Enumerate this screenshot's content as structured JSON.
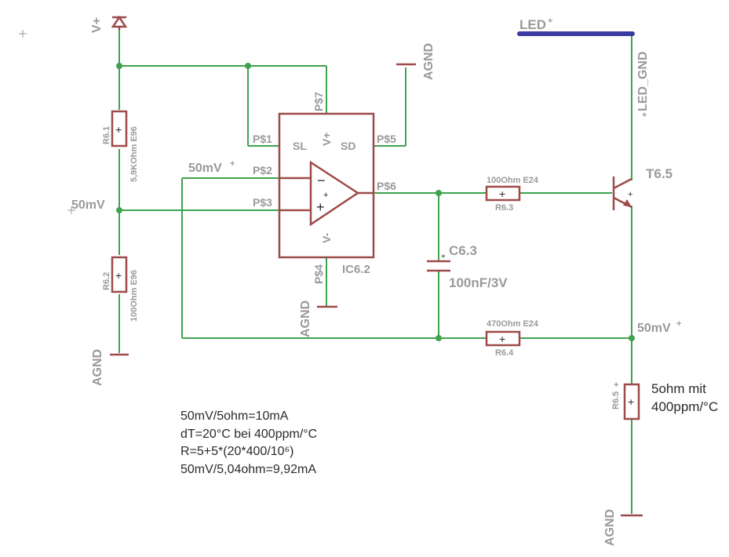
{
  "labels": {
    "vplus_supply": "V+",
    "led_plus": "LED",
    "led_gnd": "LED_GND",
    "agnd_top": "AGND",
    "agnd_left": "AGND",
    "agnd_mid": "AGND",
    "agnd_right": "AGND",
    "net_50mv_left": "50mV",
    "net_50mv_p2": "50mV",
    "net_50mv_right": "50mV"
  },
  "ic": {
    "name": "IC6.2",
    "pins": {
      "p1": "P$1",
      "p2": "P$2",
      "p3": "P$3",
      "p4": "P$4",
      "p5": "P$5",
      "p6": "P$6",
      "p7": "P$7"
    },
    "inner": {
      "sl": "SL",
      "sd": "SD",
      "vplus": "V+",
      "vminus": "V-",
      "minus": "−",
      "plus": "+"
    }
  },
  "components": {
    "r61": {
      "name": "R6.1",
      "value": "5,9KOhm E96"
    },
    "r62": {
      "name": "R6.2",
      "value": "100Ohm E96"
    },
    "r63": {
      "name": "R6.3",
      "value": "100Ohm E24"
    },
    "r64": {
      "name": "R6.4",
      "value": "470Ohm E24"
    },
    "r65": {
      "name": "R6.5",
      "value": ""
    },
    "c63": {
      "name": "C6.3",
      "value": "100nF/3V"
    },
    "t65": {
      "name": "T6.5"
    }
  },
  "notes": {
    "r65_desc_line1": "5ohm mit",
    "r65_desc_line2": "400ppm/°C",
    "calc_line1": "50mV/5ohm=10mA",
    "calc_line2": "dT=20°C bei 400ppm/°C",
    "calc_line3": "R=5+5*(20*400/10⁶)",
    "calc_line4": "50mV/5,04ohm=9,92mA"
  },
  "colors": {
    "wire": "#3fa34d",
    "component": "#9e4a4a",
    "label": "#9a9a9a",
    "bus": "#3a3aa0"
  }
}
